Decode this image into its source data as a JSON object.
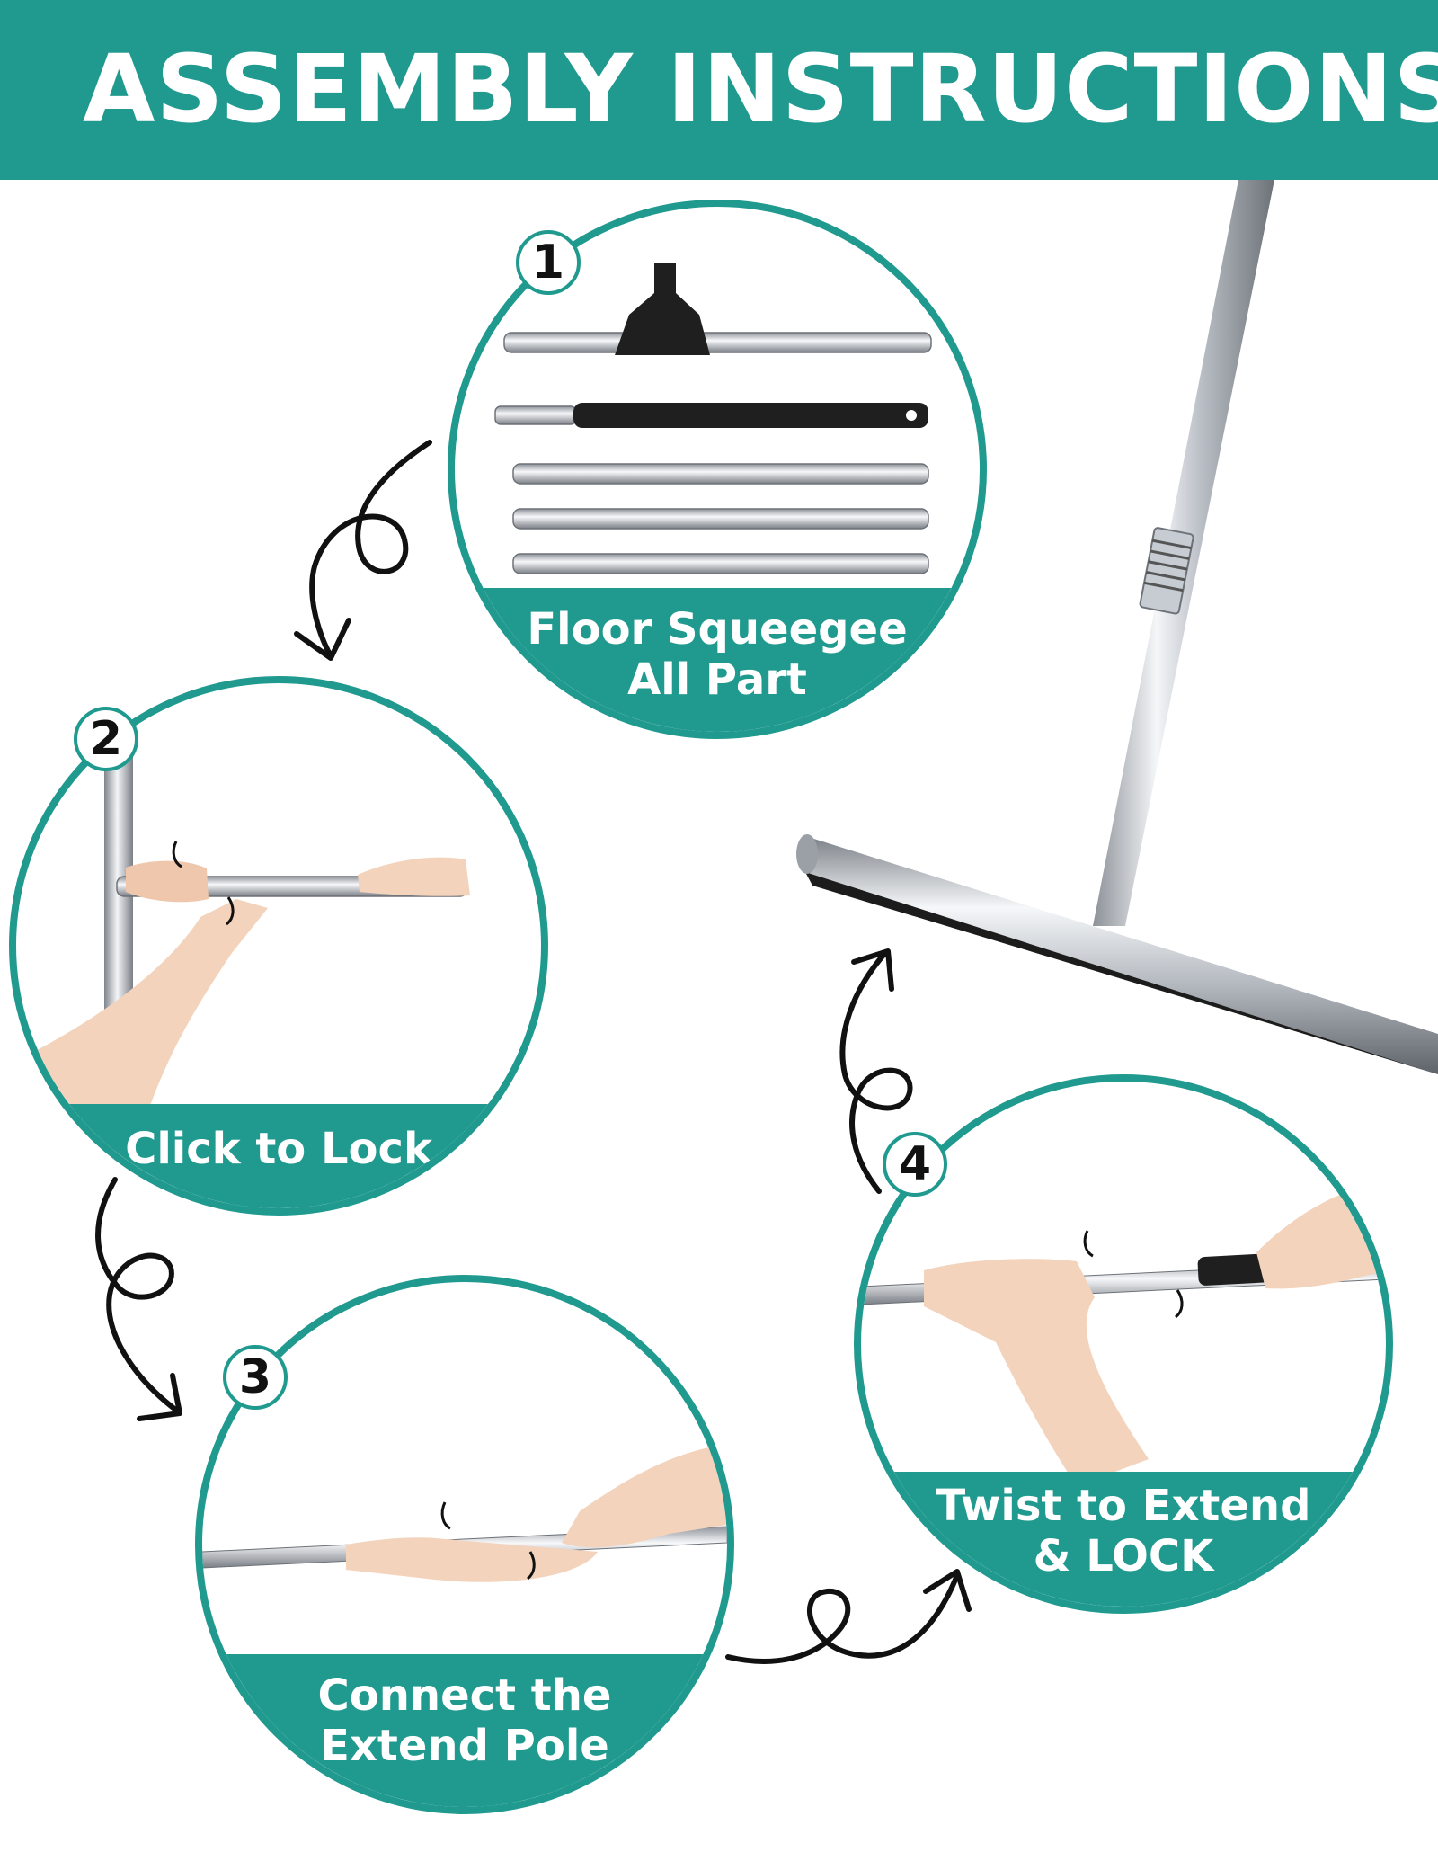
{
  "header": {
    "title": "ASSEMBLY INSTRUCTIONS"
  },
  "steps": [
    {
      "number": "1",
      "label": [
        "Floor Squeegee",
        "All Part"
      ]
    },
    {
      "number": "2",
      "label": [
        "Click to Lock"
      ]
    },
    {
      "number": "3",
      "label": [
        "Connect the",
        "Extend Pole"
      ]
    },
    {
      "number": "4",
      "label": [
        "Twist to Extend",
        "& LOCK"
      ]
    }
  ],
  "colors": {
    "brand": "#209a8f",
    "arrow": "#111111",
    "steel": "#c9cdd2",
    "rubber": "#1c1c1c",
    "skin": "#f3d3bb"
  },
  "icons": [
    "curly-arrow-icon",
    "rotate-arrow-icon"
  ]
}
